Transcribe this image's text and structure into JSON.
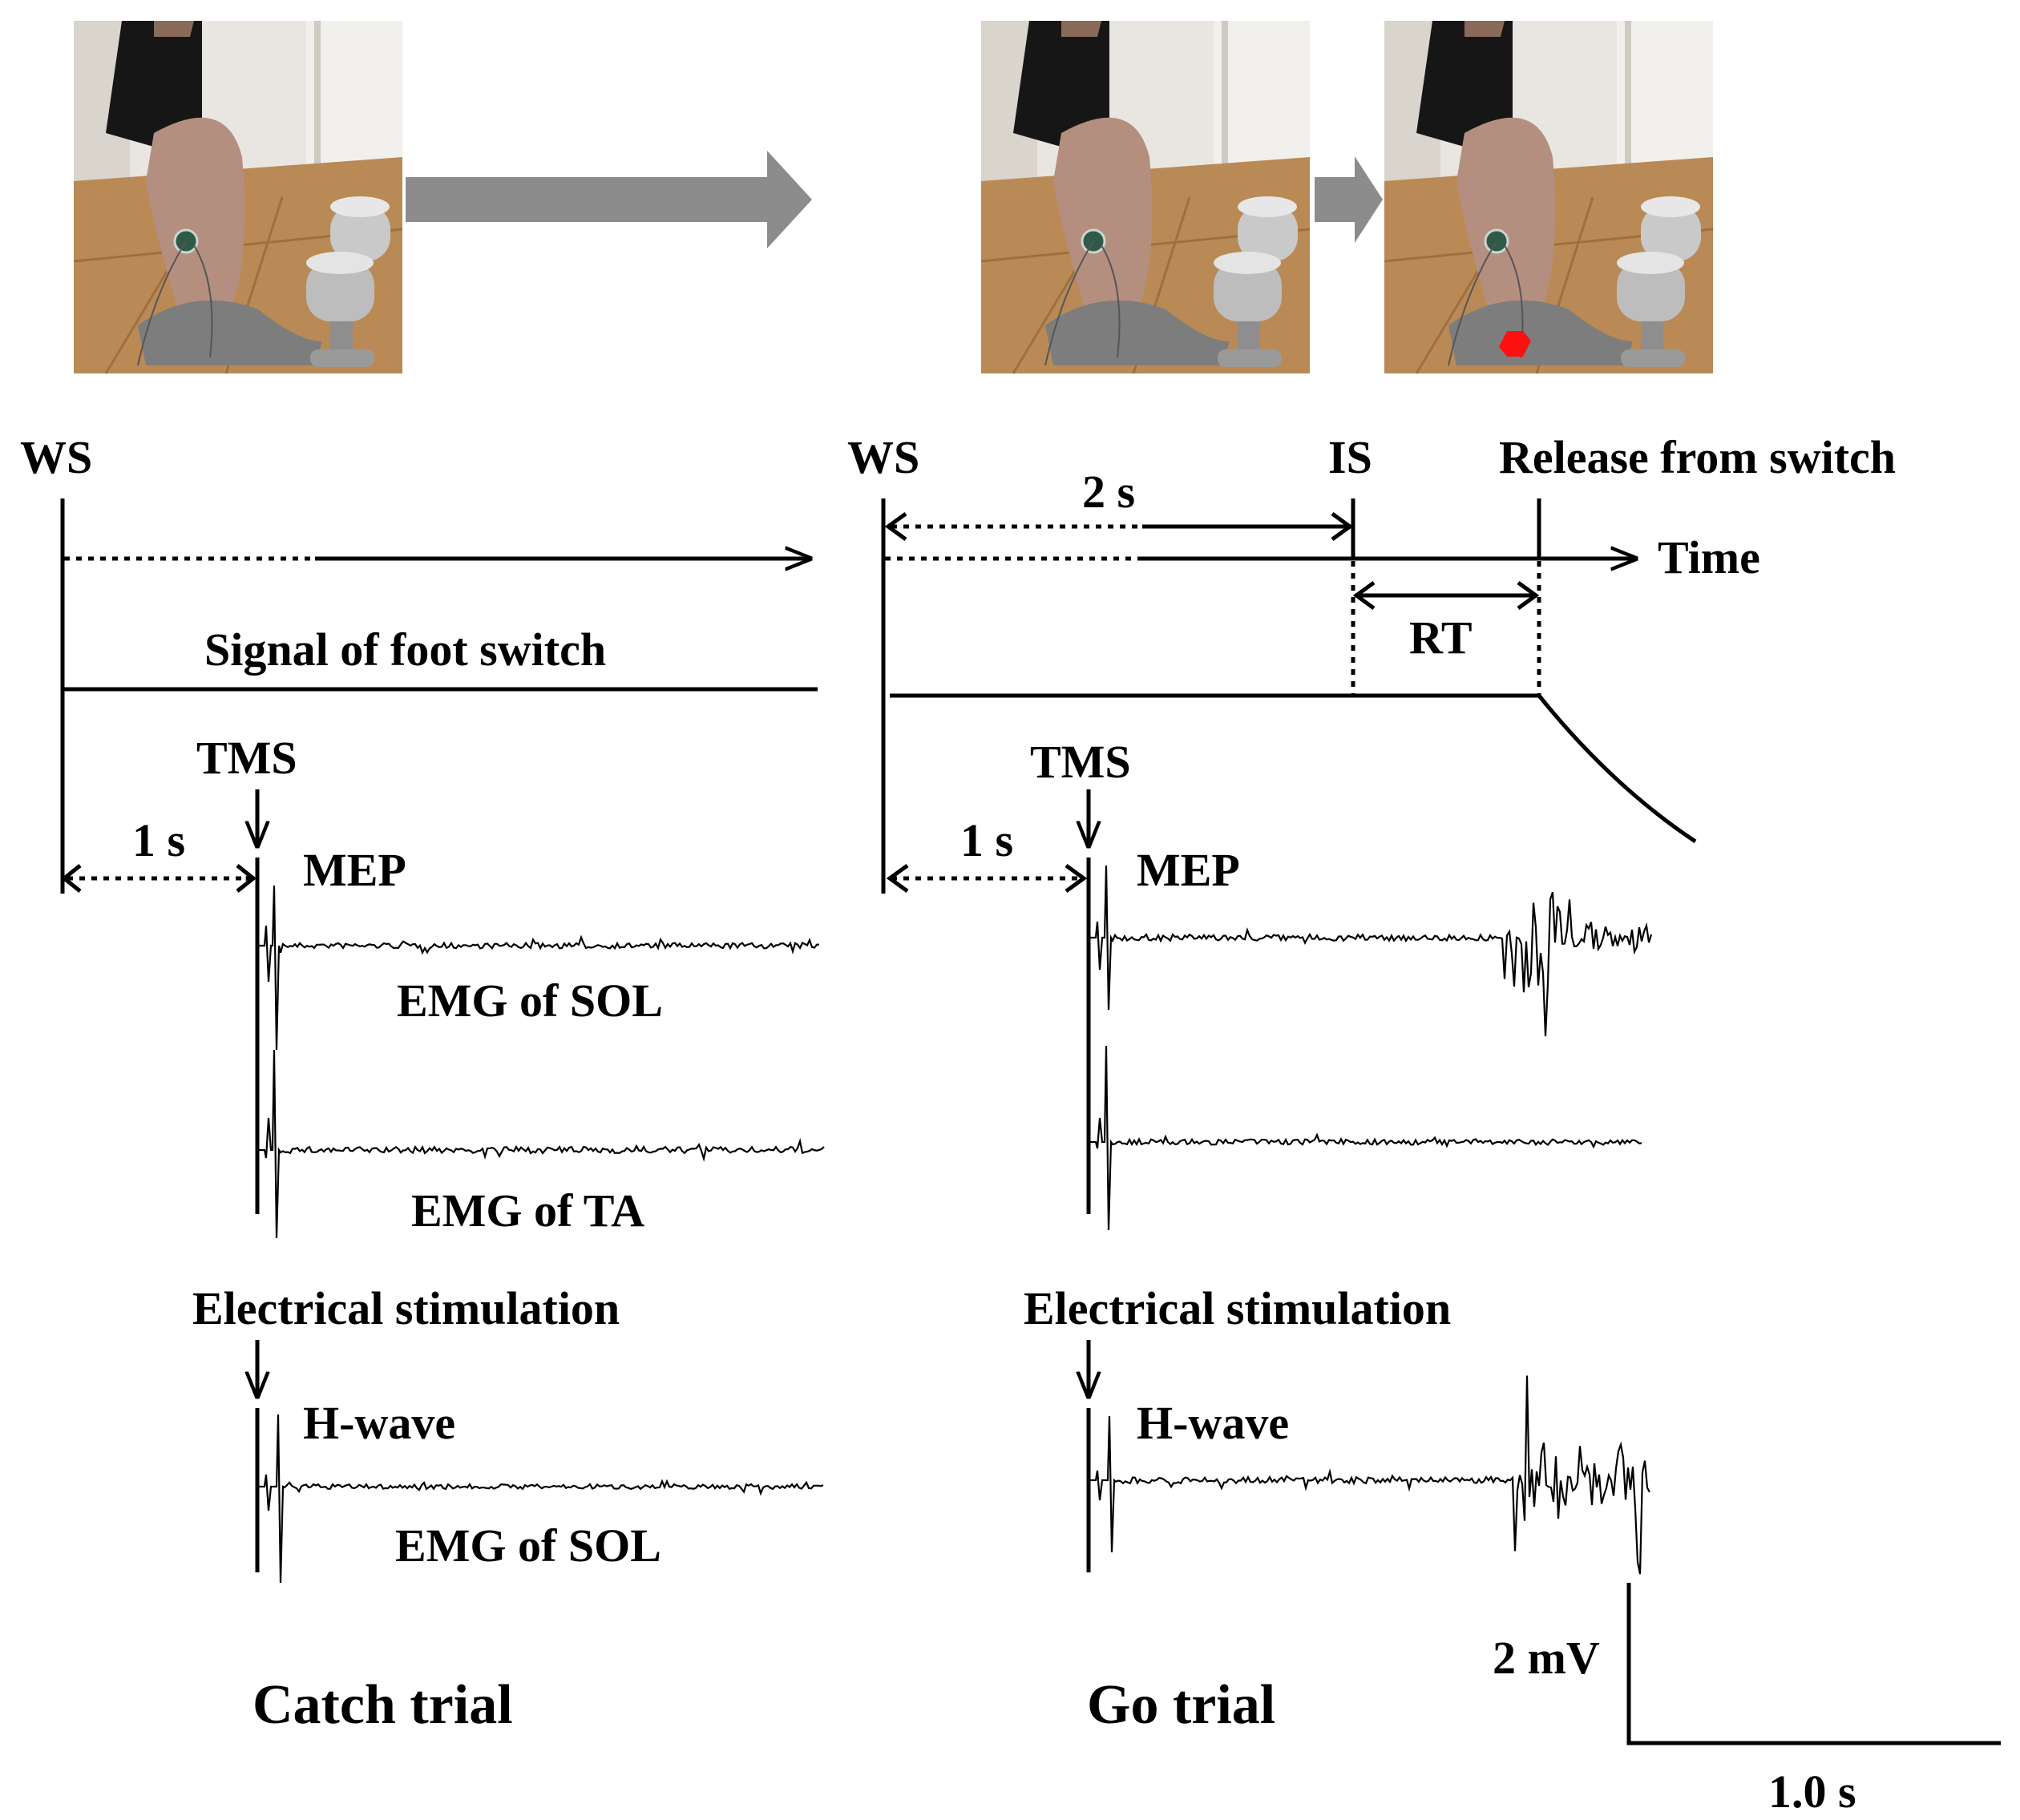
{
  "catch_trial": {
    "ws_label": "WS",
    "signal_label": "Signal of foot switch",
    "tms_label": "TMS",
    "interval_label": "1 s",
    "mep_label": "MEP",
    "emg_sol_label": "EMG of SOL",
    "emg_ta_label": "EMG of TA",
    "electrical_label": "Electrical stimulation",
    "hwave_label": "H-wave",
    "emg_sol_label_2": "EMG of SOL",
    "title": "Catch trial"
  },
  "go_trial": {
    "ws_label": "WS",
    "interval_2s_label": "2 s",
    "is_label": "IS",
    "release_label": "Release from switch",
    "time_label": "Time",
    "rt_label": "RT",
    "tms_label": "TMS",
    "interval_label": "1 s",
    "mep_label": "MEP",
    "electrical_label": "Electrical stimulation",
    "hwave_label": "H-wave",
    "title": "Go trial"
  },
  "scale_bar": {
    "amplitude_label": "2 mV",
    "time_label": "1.0 s"
  },
  "colors": {
    "arrow_gray": "#8c8c8c",
    "floor": "#b98a55",
    "wall": "#e9e6e1",
    "skin": "#b48f80",
    "red_marker": "#ff1010"
  }
}
